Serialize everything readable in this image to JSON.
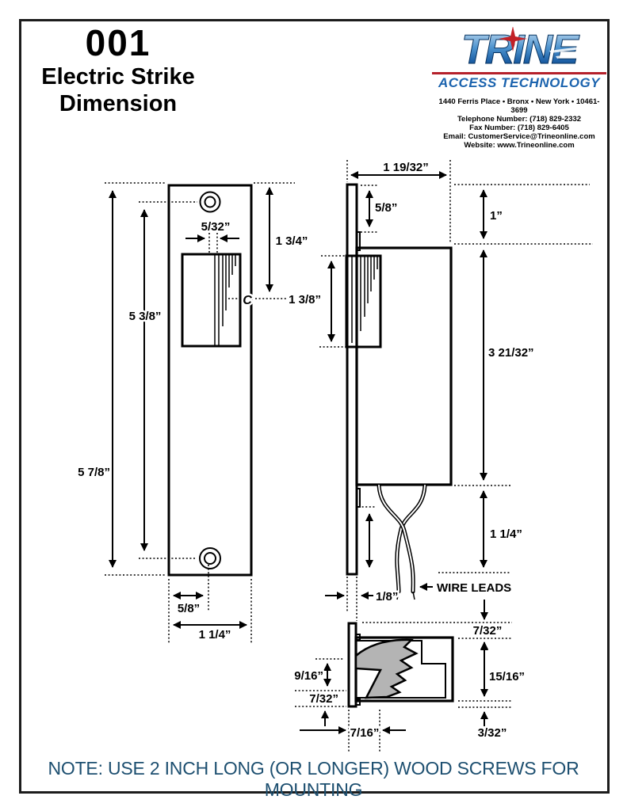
{
  "header": {
    "product_number": "001",
    "title_line1": "Electric Strike",
    "title_line2": "Dimension"
  },
  "logo": {
    "brand": "TRINE",
    "tagline": "ACCESS TECHNOLOGY",
    "address": "1440 Ferris Place • Bronx • New York • 10461-3699",
    "phone": "Telephone Number: (718) 829-2332",
    "fax": "Fax Number: (718) 829-6405",
    "email": "Email: CustomerService@Trineonline.com",
    "website": "Website: www.Trineonline.com",
    "brand_blue": "#1b63ae",
    "accent_red": "#b5202a"
  },
  "note": {
    "text": "NOTE: USE 2 INCH LONG (OR LONGER) WOOD SCREWS FOR MOUNTING",
    "color": "#1d4f70"
  },
  "dims": {
    "front_overall_height": "5 7/8”",
    "front_hole_spacing": "5 3/8”",
    "front_lip_gap": "5/32”",
    "front_top_to_center": "1 3/4”",
    "front_centerline": "C",
    "front_hole_offset": "5/8”",
    "front_plate_width": "1 1/4”",
    "side_depth": "1 19/32”",
    "side_lip_height": "5/8”",
    "side_top_offset": "1”",
    "side_keeper_height": "1 3/8”",
    "side_body_height": "3 21/32”",
    "side_wire_clearance": "1 1/4”",
    "side_faceplate_thickness": "1/8”",
    "label_wire_leads": "WIRE LEADS",
    "bottom_top_offset": "7/32”",
    "bottom_cavity_depth": "15/16”",
    "bottom_bottom_offset": "3/32”",
    "bottom_jaw_depth": "9/16”",
    "bottom_lip_offset": "7/32”",
    "bottom_throat_width": "7/16”"
  }
}
